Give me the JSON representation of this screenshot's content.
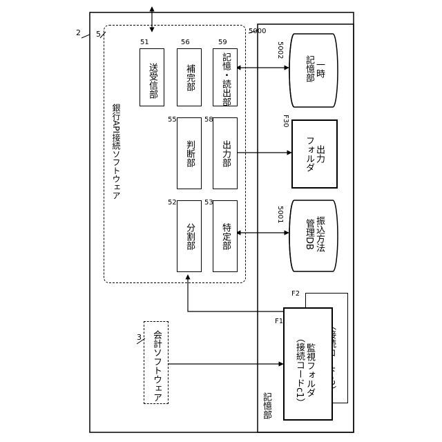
{
  "labels": {
    "ref_2": "2",
    "ref_5": "5",
    "ref_3": "3",
    "ref_5000": "5000",
    "bank_api_software": "銀行API接続ソフトウェア",
    "accounting_software": "会計ソフトウェア",
    "storage_label": "記憶部"
  },
  "blocks": {
    "transceiver": {
      "ref": "51",
      "text": "送受信部"
    },
    "complement": {
      "ref": "56",
      "text": "補完部"
    },
    "record_read": {
      "ref": "59",
      "text": "記憶・読出部"
    },
    "judge": {
      "ref": "55",
      "text": "判断部"
    },
    "output": {
      "ref": "58",
      "text": "出力部"
    },
    "split": {
      "ref": "52",
      "text": "分割部"
    },
    "identify": {
      "ref": "53",
      "text": "特定部"
    }
  },
  "storage_items": {
    "temp_storage": {
      "ref": "5002",
      "text": "一時\n記憶部"
    },
    "output_folder": {
      "ref": "F30",
      "text": "出力\nフォルダ"
    },
    "transfer_db": {
      "ref": "5001",
      "text": "振込方法\n管理DB"
    },
    "monitor_folder_1": {
      "ref": "F1",
      "text": "監視フォルダ\n（接続コードc1）"
    },
    "monitor_folder_2": {
      "ref": "F2",
      "text": "（接続コードc2）"
    }
  }
}
